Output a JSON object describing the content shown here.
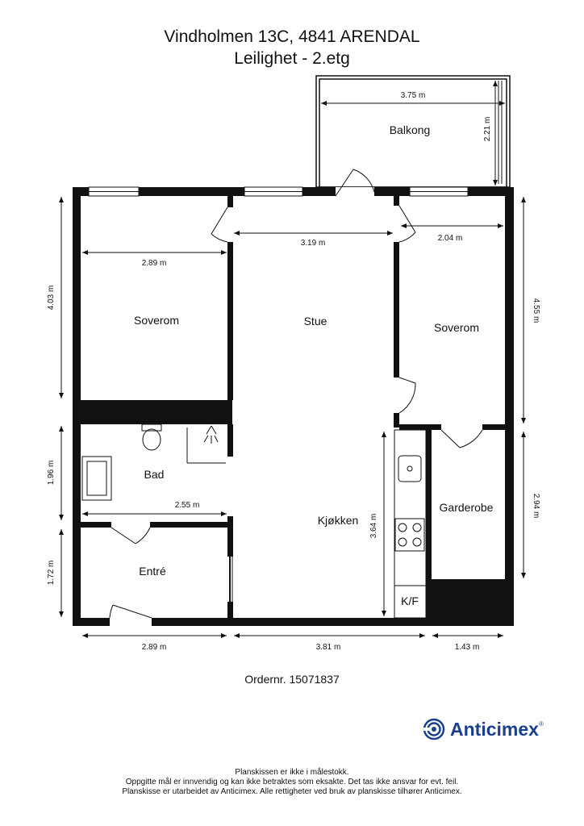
{
  "header": {
    "address": "Vindholmen 13C, 4841 ARENDAL",
    "unit": "Leilighet  - 2.etg"
  },
  "rooms": {
    "balcony": "Balkong",
    "bedroom_left": "Soverom",
    "living": "Stue",
    "bedroom_right": "Soverom",
    "bath": "Bad",
    "entrance": "Entré",
    "kitchen": "Kjøkken",
    "wardrobe": "Garderobe",
    "fridge": "K/F"
  },
  "dimensions": {
    "balcony_width": "3.75 m",
    "balcony_depth": "2.21 m",
    "living_width": "3.19 m",
    "bedroom_left_width": "2.89 m",
    "bedroom_right_width": "2.04 m",
    "left_height_bedroom": "4.03 m",
    "left_height_bath": "1.96 m",
    "left_height_entrance": "1.72 m",
    "bath_width": "2.55 m",
    "kitchen_length": "3.64 m",
    "right_height_bedroom": "4.55 m",
    "right_height_wardrobe": "2.94 m",
    "bottom_left": "2.89 m",
    "bottom_middle": "3.81 m",
    "bottom_right": "1.43 m"
  },
  "order": "Ordernr. 15071837",
  "brand": {
    "name": "Anticimex",
    "mark": "®",
    "color": "#1b3f8f"
  },
  "footer": {
    "line1": "Planskissen er ikke i målestokk.",
    "line2": "Oppgitte mål er innvendig og kan ikke betraktes som eksakte. Det tas ikke ansvar for evt. feil.",
    "line3": "Planskisse er utarbeidet av Anticimex. Alle rettigheter ved bruk av planskisse tilhører Anticimex."
  }
}
